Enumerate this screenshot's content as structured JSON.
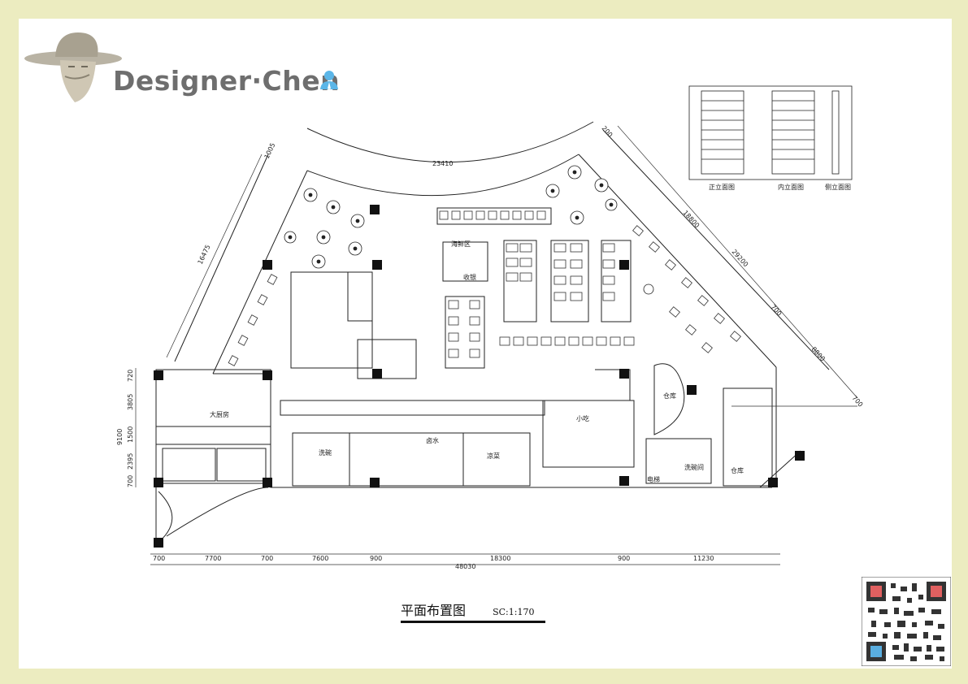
{
  "branding": {
    "designer": "Designer·Chen"
  },
  "drawing": {
    "title": "平面布置图",
    "scale": "SC:1:170"
  },
  "elevation_labels": [
    "正立面图",
    "内立面图",
    "侧立面图"
  ],
  "room_labels": {
    "seafood_zone": "海鲜区",
    "cashier": "收银",
    "storage": "仓库",
    "storage2": "仓库",
    "main_kitchen": "大厨房",
    "small_kitchen": "小吃",
    "wash_area": "洗碗",
    "cold_dish": "凉菜",
    "chaoshan_marinade": "卤水",
    "dish_wash_room": "洗碗间",
    "lift": "电梯"
  },
  "dimensions": {
    "arc": "23410",
    "left_wall": "16475",
    "left_top": "1005",
    "right_top": "200",
    "right_a": "18800",
    "right_b": "29200",
    "right_c": "700",
    "right_d": "8800",
    "right_e": "700",
    "left_stack": [
      "720",
      "3805",
      "1500",
      "2395",
      "700"
    ],
    "left_total": "9100",
    "bottom_segments": [
      "700",
      "7700",
      "700",
      "7600",
      "900",
      "18300",
      "900",
      "11230"
    ],
    "bottom_total": "48030"
  }
}
